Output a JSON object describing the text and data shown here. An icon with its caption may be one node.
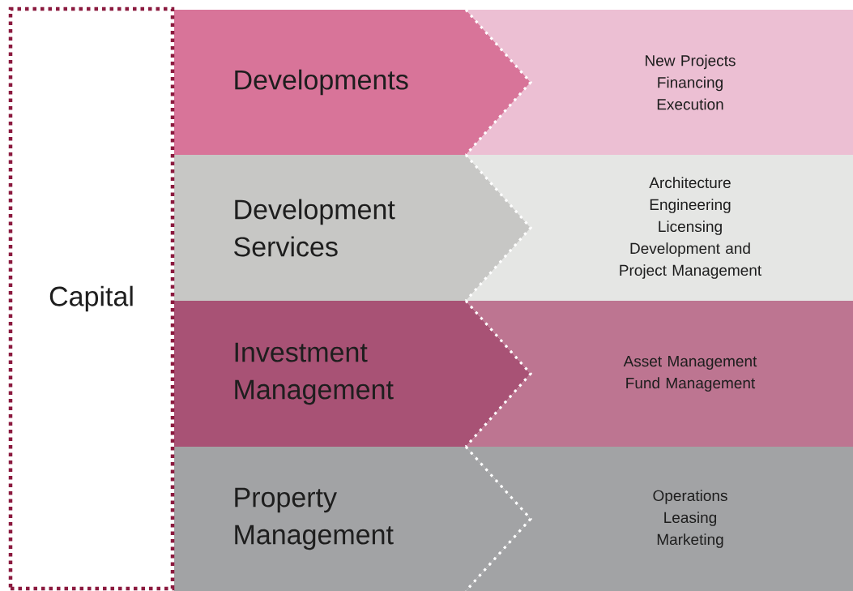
{
  "diagram": {
    "nodes": [
      {
        "text": [
          "Capital"
        ]
      },
      {
        "text": [
          "Developments"
        ]
      },
      {
        "text": [
          "New Projects",
          "Financing",
          "Execution"
        ]
      },
      {
        "text": [
          "Development Services"
        ]
      },
      {
        "text": [
          "Architecture",
          "Engineering",
          "Licensing",
          "Development and Project Management"
        ]
      },
      {
        "text": [
          "Investment Management"
        ]
      },
      {
        "text": [
          "Asset Management",
          "Fund Management"
        ]
      },
      {
        "text": [
          "Property Management"
        ]
      },
      {
        "text": [
          "Operations",
          "Leasing",
          "Marketing"
        ]
      }
    ]
  }
}
